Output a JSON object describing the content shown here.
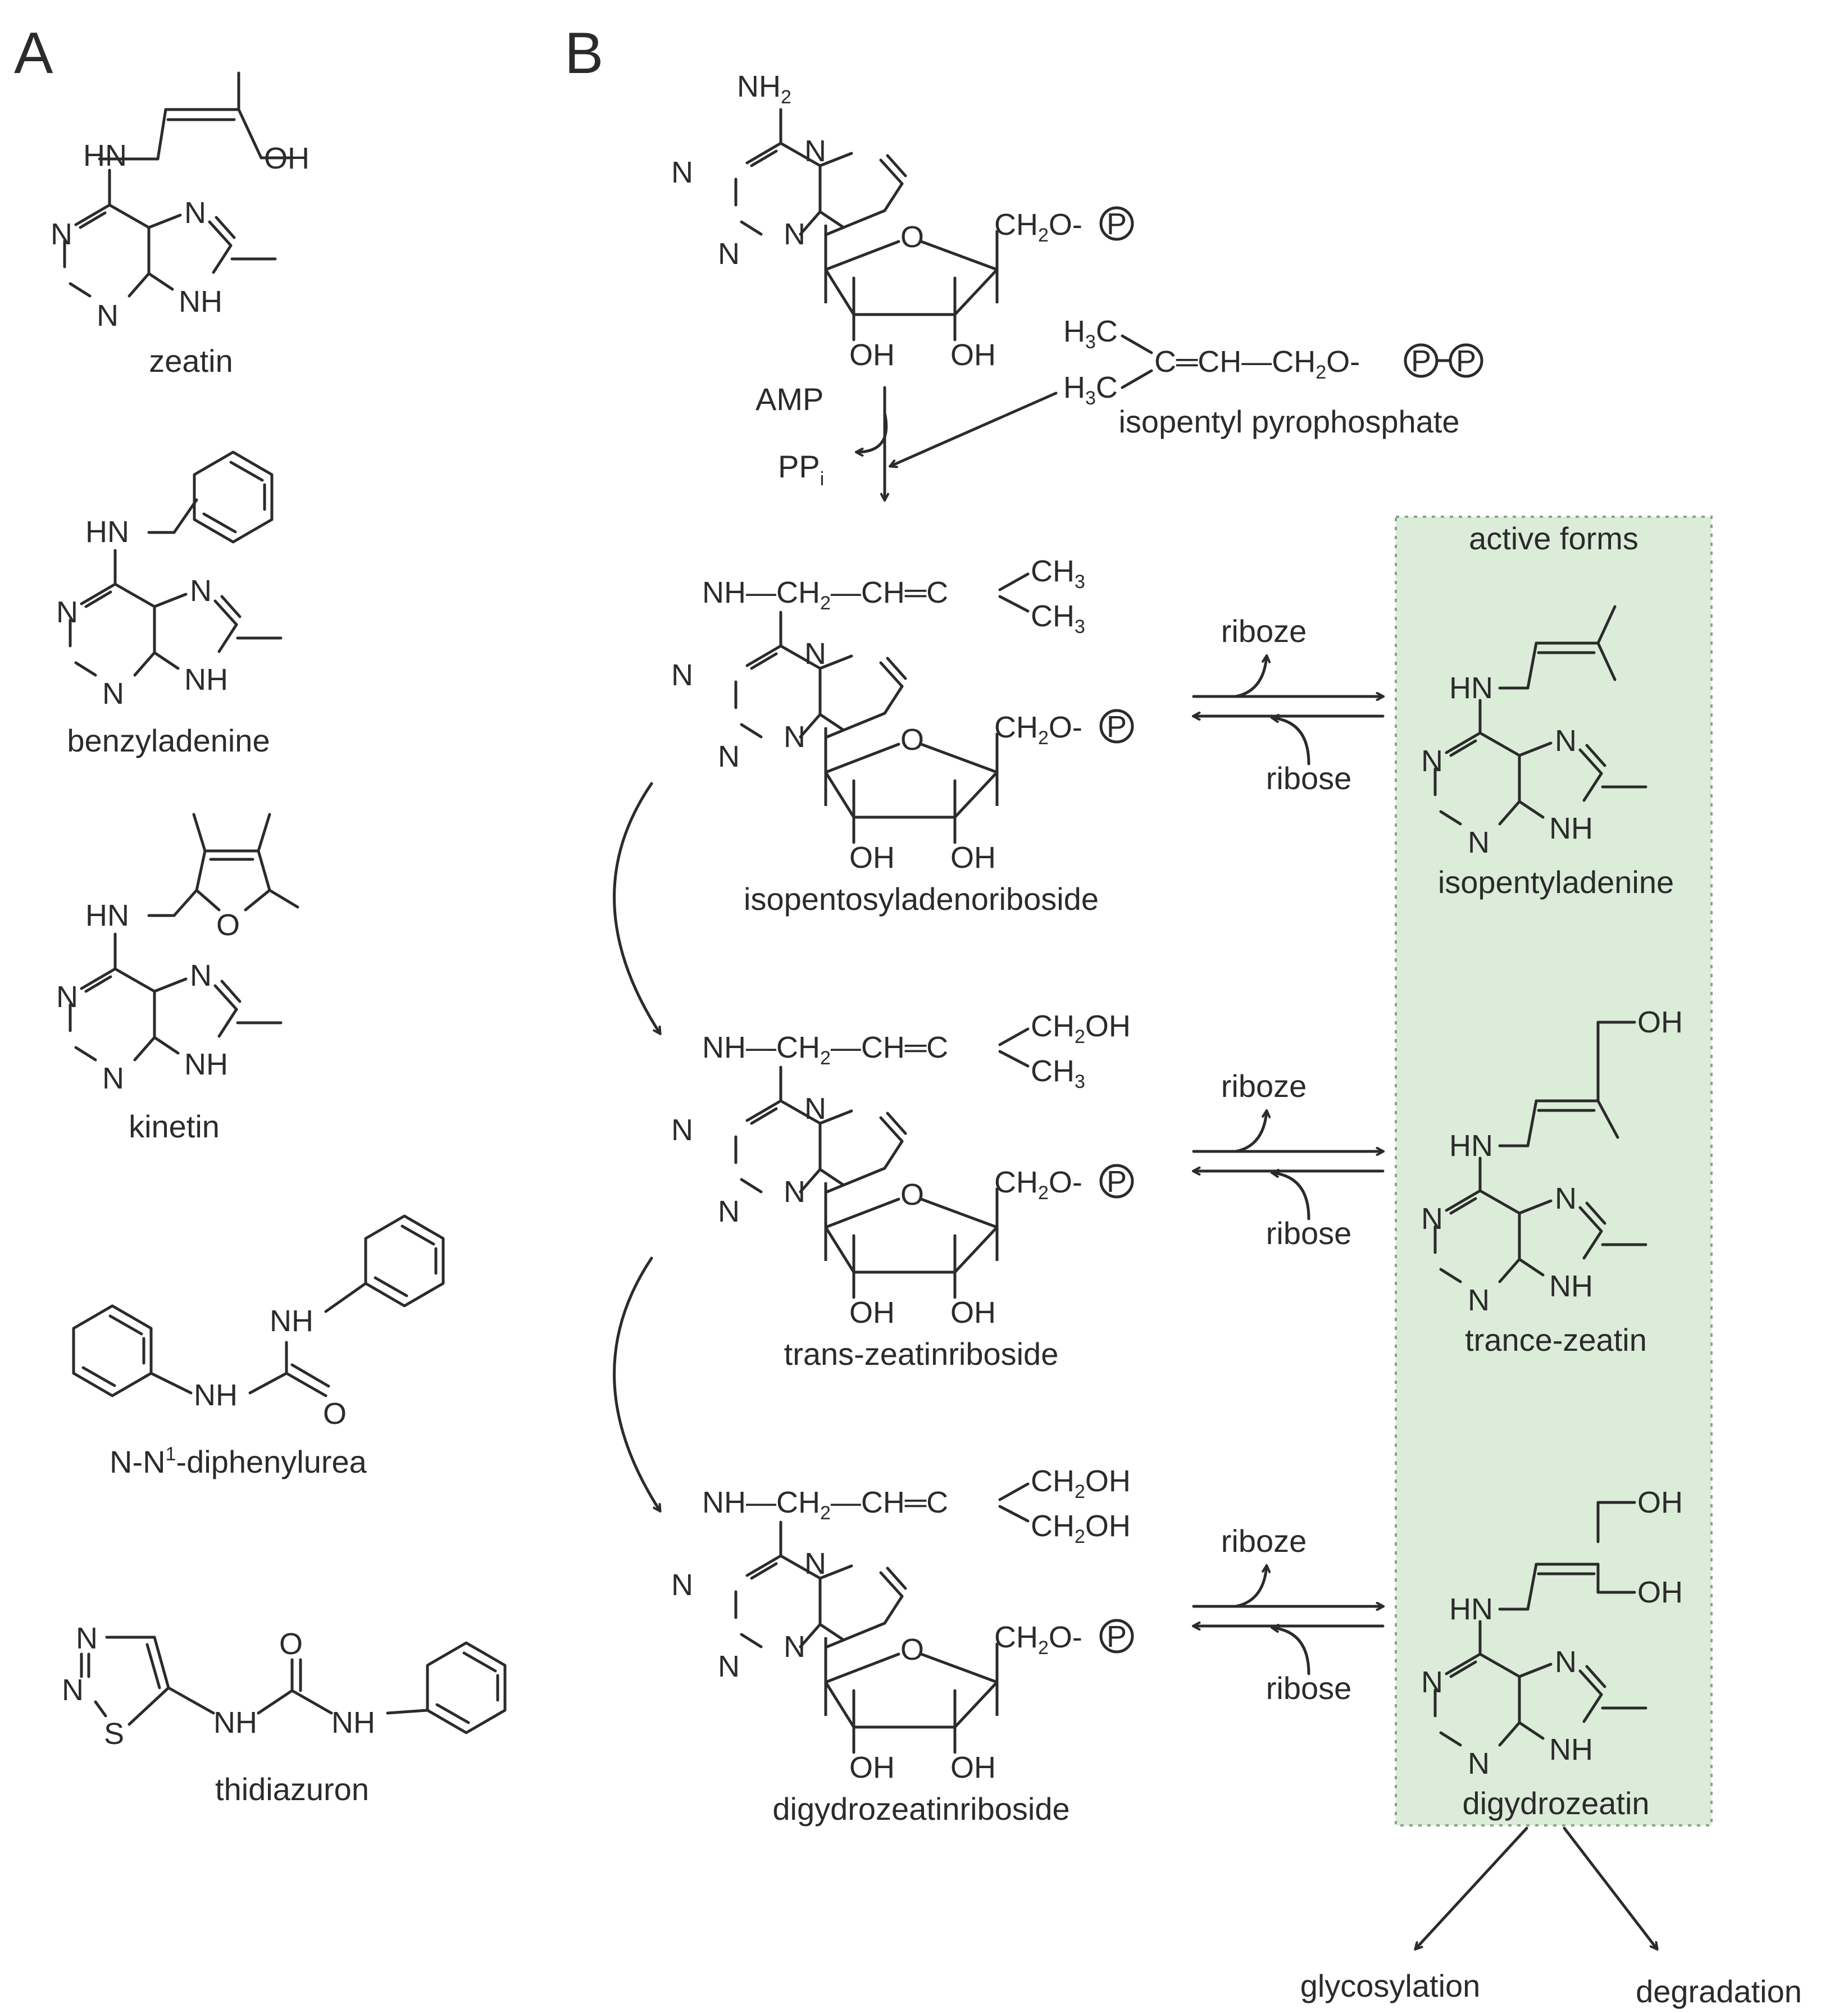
{
  "panels": {
    "a": "A",
    "b": "B"
  },
  "panel_a": {
    "zeatin": {
      "name": "zeatin",
      "hn": "HN",
      "oh": "OH",
      "n1": "N",
      "n3": "N",
      "n7": "N",
      "nh": "NH"
    },
    "benzyladenine": {
      "name": "benzyladenine",
      "hn": "HN",
      "n1": "N",
      "n3": "N",
      "n7": "N",
      "nh": "NH"
    },
    "kinetin": {
      "name": "kinetin",
      "hn": "HN",
      "o": "O",
      "n1": "N",
      "n3": "N",
      "n7": "N",
      "nh": "NH"
    },
    "diphenylurea": {
      "name": "N-N",
      "name_sup": "1",
      "name_tail": "-diphenylurea",
      "nh1": "NH",
      "nh2": "NH",
      "o": "O"
    },
    "thidiazuron": {
      "name": "thidiazuron",
      "n1": "N",
      "n2": "N",
      "s": "S",
      "o": "O",
      "nh1": "NH",
      "nh2": "NH"
    }
  },
  "panel_b": {
    "amp": {
      "label": "AMP",
      "nh2": "NH",
      "nh2_sub": "2",
      "n1": "N",
      "n3": "N",
      "n7": "N",
      "n9": "N",
      "o": "O",
      "ch2o": "CH",
      "ch2o_sub": "2",
      "ch2o_tail": "O-",
      "p": "P",
      "oh1": "OH",
      "oh2": "OH"
    },
    "ppi": {
      "label": "PP",
      "sub": "i"
    },
    "ipp": {
      "name": "isopentyl pyrophosphate",
      "h3c_top": "H",
      "h3c_bot": "H",
      "c_sub": "3",
      "c_tail": "C",
      "chain": "C═CH—CH",
      "chain_sub": "2",
      "chain_tail": "O-",
      "p1": "P",
      "p2": "P"
    },
    "ribosides": [
      {
        "name": "isopentosyladenoriboside",
        "chain": "NH—CH",
        "chain_sub": "2",
        "chain_tail": "—CH═C",
        "r1": "CH",
        "r1_sub": "3",
        "r1_tail": "",
        "r2": "CH",
        "r2_sub": "3",
        "r2_tail": "",
        "ch2o": "CH",
        "ch2o_sub": "2",
        "ch2o_tail": "O-",
        "p": "P",
        "n1": "N",
        "n3": "N",
        "n7": "N",
        "n9": "N",
        "o": "O",
        "oh1": "OH",
        "oh2": "OH"
      },
      {
        "name": "trans-zeatinriboside",
        "chain": "NH—CH",
        "chain_sub": "2",
        "chain_tail": "—CH═C",
        "r1": "CH",
        "r1_sub": "2",
        "r1_tail": "OH",
        "r2": "CH",
        "r2_sub": "3",
        "r2_tail": "",
        "ch2o": "CH",
        "ch2o_sub": "2",
        "ch2o_tail": "O-",
        "p": "P",
        "n1": "N",
        "n3": "N",
        "n7": "N",
        "n9": "N",
        "o": "O",
        "oh1": "OH",
        "oh2": "OH"
      },
      {
        "name": "digydrozeatinriboside",
        "chain": "NH—CH",
        "chain_sub": "2",
        "chain_tail": "—CH═C",
        "r1": "CH",
        "r1_sub": "2",
        "r1_tail": "OH",
        "r2": "CH",
        "r2_sub": "2",
        "r2_tail": "OH",
        "ch2o": "CH",
        "ch2o_sub": "2",
        "ch2o_tail": "O-",
        "p": "P",
        "n1": "N",
        "n3": "N",
        "n7": "N",
        "n9": "N",
        "o": "O",
        "oh1": "OH",
        "oh2": "OH"
      }
    ],
    "exchange": {
      "out": "riboze",
      "in": "ribose"
    },
    "active_box": {
      "title": "active forms",
      "fill": "#dbecd9"
    },
    "active_forms": [
      {
        "name": "isopentyladenine",
        "hn": "HN",
        "n1": "N",
        "n3": "N",
        "n7": "N",
        "nh": "NH"
      },
      {
        "name": "trance-zeatin",
        "hn": "HN",
        "oh": "OH",
        "n1": "N",
        "n3": "N",
        "n7": "N",
        "nh": "NH"
      },
      {
        "name": "digydrozeatin",
        "hn": "HN",
        "oh1": "OH",
        "oh2": "OH",
        "n1": "N",
        "n3": "N",
        "n7": "N",
        "nh": "NH"
      }
    ],
    "fates": {
      "left": "glycosylation",
      "right": "degradation"
    }
  }
}
